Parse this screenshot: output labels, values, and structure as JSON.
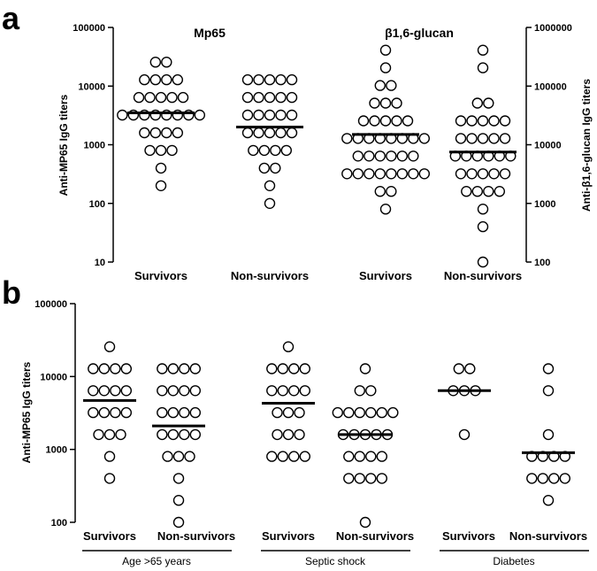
{
  "panels": {
    "a": {
      "letter": "a"
    },
    "b": {
      "letter": "b"
    }
  },
  "chart_data": [
    {
      "id": "a-left",
      "type": "scatter",
      "title": "Mp65",
      "ylabel": "Anti-MP65 IgG titers",
      "yscale": "log",
      "ylim": [
        10,
        100000
      ],
      "yticks": [
        10,
        100,
        1000,
        10000,
        100000
      ],
      "categories": [
        "Survivors",
        "Non-survivors"
      ],
      "series": [
        {
          "name": "",
          "values": [
            25600,
            25600,
            12800,
            12800,
            12800,
            12800,
            6400,
            6400,
            6400,
            6400,
            6400,
            3200,
            3200,
            3200,
            3200,
            3200,
            3200,
            3200,
            3200,
            1600,
            1600,
            1600,
            1600,
            800,
            800,
            800,
            400,
            200
          ],
          "median": 3500
        },
        {
          "name": "",
          "values": [
            12800,
            12800,
            12800,
            12800,
            12800,
            6400,
            6400,
            6400,
            6400,
            6400,
            3200,
            3200,
            3200,
            3200,
            3200,
            1600,
            1600,
            1600,
            1600,
            1600,
            800,
            800,
            800,
            800,
            400,
            400,
            200,
            100
          ],
          "median": 2000
        }
      ]
    },
    {
      "id": "a-right",
      "type": "scatter",
      "title": "β1,6-glucan",
      "ylabel": "Anti-β1,6-glucan IgG titers",
      "yscale": "log",
      "ylim": [
        100,
        1000000
      ],
      "yticks": [
        100,
        1000,
        10000,
        100000,
        1000000
      ],
      "categories": [
        "Survivors",
        "Non-survivors"
      ],
      "series": [
        {
          "name": "",
          "values": [
            409600,
            204800,
            102400,
            102400,
            51200,
            51200,
            51200,
            25600,
            25600,
            25600,
            25600,
            25600,
            12800,
            12800,
            12800,
            12800,
            12800,
            12800,
            12800,
            12800,
            6400,
            6400,
            6400,
            6400,
            6400,
            6400,
            3200,
            3200,
            3200,
            3200,
            3200,
            3200,
            3200,
            3200,
            1600,
            1600,
            800
          ],
          "median": 15000
        },
        {
          "name": "",
          "values": [
            409600,
            204800,
            51200,
            51200,
            25600,
            25600,
            25600,
            25600,
            25600,
            12800,
            12800,
            12800,
            12800,
            12800,
            6400,
            6400,
            6400,
            6400,
            6400,
            6400,
            3200,
            3200,
            3200,
            3200,
            3200,
            1600,
            1600,
            1600,
            1600,
            800,
            400,
            100
          ],
          "median": 7500
        }
      ]
    },
    {
      "id": "b",
      "type": "scatter",
      "ylabel": "Anti-MP65 IgG titers",
      "yscale": "log",
      "ylim": [
        100,
        100000
      ],
      "yticks": [
        100,
        1000,
        10000,
        100000
      ],
      "groups": [
        {
          "label": "Age >65 years",
          "categories": [
            "Survivors",
            "Non-survivors"
          ]
        },
        {
          "label": "Septic shock",
          "categories": [
            "Survivors",
            "Non-survivors"
          ]
        },
        {
          "label": "Diabetes",
          "categories": [
            "Survivors",
            "Non-survivors"
          ]
        }
      ],
      "series": [
        {
          "name": "",
          "values": [
            25600,
            12800,
            12800,
            12800,
            12800,
            6400,
            6400,
            6400,
            6400,
            3200,
            3200,
            3200,
            3200,
            1600,
            1600,
            1600,
            800,
            400
          ],
          "median": 4700
        },
        {
          "name": "",
          "values": [
            12800,
            12800,
            12800,
            12800,
            6400,
            6400,
            6400,
            6400,
            3200,
            3200,
            3200,
            3200,
            1600,
            1600,
            1600,
            1600,
            800,
            800,
            800,
            400,
            200,
            100
          ],
          "median": 2100
        },
        {
          "name": "",
          "values": [
            25600,
            12800,
            12800,
            12800,
            12800,
            6400,
            6400,
            6400,
            6400,
            3200,
            3200,
            3200,
            1600,
            1600,
            1600,
            800,
            800,
            800,
            800
          ],
          "median": 4300
        },
        {
          "name": "",
          "values": [
            12800,
            6400,
            6400,
            3200,
            3200,
            3200,
            3200,
            3200,
            3200,
            1600,
            1600,
            1600,
            1600,
            1600,
            800,
            800,
            800,
            800,
            400,
            400,
            400,
            400,
            100
          ],
          "median": 1600
        },
        {
          "name": "",
          "values": [
            12800,
            12800,
            6400,
            6400,
            6400,
            1600
          ],
          "median": 6400
        },
        {
          "name": "",
          "values": [
            12800,
            6400,
            1600,
            800,
            800,
            800,
            800,
            400,
            400,
            400,
            400,
            200
          ],
          "median": 900
        }
      ]
    }
  ]
}
